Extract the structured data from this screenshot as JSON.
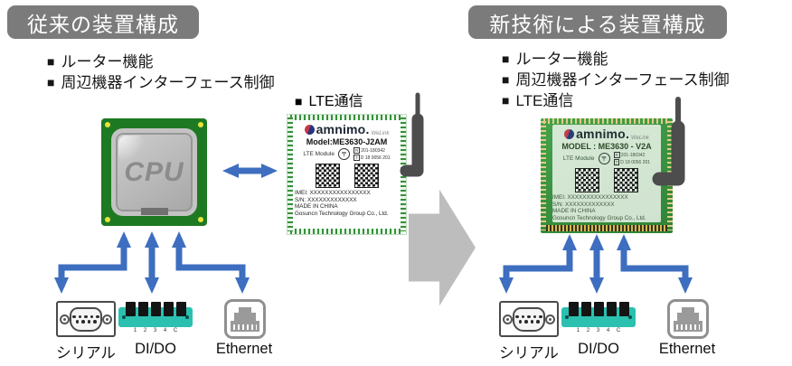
{
  "bullet": "■",
  "badges": {
    "left": "従来の装置構成",
    "right": "新技術による装置構成"
  },
  "left_panel": {
    "features": [
      "ルーター機能",
      "周辺機器インターフェース制御"
    ],
    "lte_label": "LTE通信"
  },
  "right_panel": {
    "features": [
      "ルーター機能",
      "周辺機器インターフェース制御",
      "LTE通信"
    ]
  },
  "cpu": {
    "label": "CPU"
  },
  "module_left": {
    "brand": "amnimo.",
    "brand_sub": "WeLink",
    "model": "Model:ME3630-J2AM",
    "type": "LTE Module",
    "giteki": "〒",
    "cert_r_mark": "R",
    "cert_r_num": "201-180342",
    "cert_t_mark": "T",
    "cert_t_num": "D 18 0056 201",
    "imei": "IMEI: XXXXXXXXXXXXXXXX",
    "sn": "S/N: XXXXXXXXXXXXX",
    "origin": "MADE IN CHINA",
    "maker": "Gosuncn Technology Group Co., Ltd."
  },
  "module_right": {
    "brand": "amnimo.",
    "brand_sub": "WeLink",
    "model": "MODEL : ME3630 - V2A",
    "type": "LTE Module",
    "giteki": "〒",
    "cert_r_mark": "R",
    "cert_r_num": "201-180342",
    "cert_t_mark": "T",
    "cert_t_num": "D 18 0056 201",
    "imei": "IMEI: XXXXXXXXXXXXXXXX",
    "sn": "S/N: XXXXXXXXXXXXX",
    "origin": "MADE IN CHINA",
    "maker": "Gosuncn Technology Group Co., Ltd."
  },
  "connectors_left": {
    "serial_label": "シリアル",
    "dido_label": "DI/DO",
    "ethernet_label": "Ethernet",
    "dido_pins": "1 2 3 4 C"
  },
  "connectors_right": {
    "serial_label": "シリアル",
    "dido_label": "DI/DO",
    "ethernet_label": "Ethernet",
    "dido_pins": "1 2 3 4 C"
  },
  "colors": {
    "arrow_blue": "#3d6ebf",
    "badge_gray": "#7b7b7b",
    "transition_arrow_gray": "#bdbdbd",
    "pcb_green": "#2e8b2e",
    "terminal_teal": "#2bc0b0",
    "antenna_gray": "#4d4d4d"
  }
}
